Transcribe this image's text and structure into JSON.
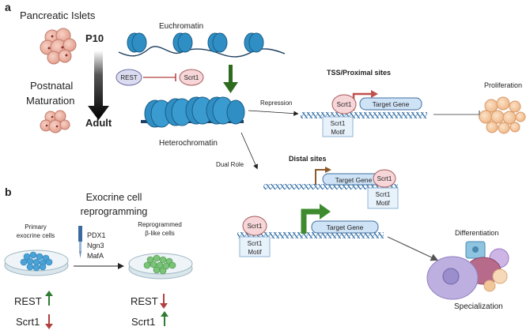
{
  "panel_a": {
    "label": "a",
    "islets_title": "Pancreatic Islets",
    "p10": "P10",
    "adult": "Adult",
    "postnatal": "Postnatal",
    "maturation": "Maturation",
    "euchromatin": "Euchromatin",
    "heterochromatin": "Heterochromatin",
    "rest": "REST",
    "scrt1": "Scrt1",
    "repression": "Repression",
    "dual_role": "Dual Role",
    "tss_title": "TSS/Proximal sites",
    "distal_title": "Distal sites",
    "target_gene": "Target Gene",
    "motif_line1": "Scrt1",
    "motif_line2": "Motif",
    "proliferation": "Proliferation",
    "differentiation": "Differentiation",
    "specialization": "Specialization"
  },
  "panel_b": {
    "label": "b",
    "title_line1": "Exocrine cell",
    "title_line2": "reprogramming",
    "primary_line1": "Primary",
    "primary_line2": "exocrine cells",
    "reprog_line1": "Reprogrammed",
    "reprog_line2": "β-like cells",
    "factors": [
      "PDX1",
      "Ngn3",
      "MafA"
    ],
    "rest": "REST",
    "scrt1": "Scrt1"
  },
  "colors": {
    "nucleosome": "#2f8fc4",
    "dna": "#1f4e79",
    "scrt1_fill": "#f6d6d8",
    "rest_fill": "#dcdcf0",
    "gene_fill": "#cfe3f6",
    "up_arrow": "#2e7d32",
    "down_arrow": "#b0413e",
    "tss_arrow": "#c0504d"
  }
}
